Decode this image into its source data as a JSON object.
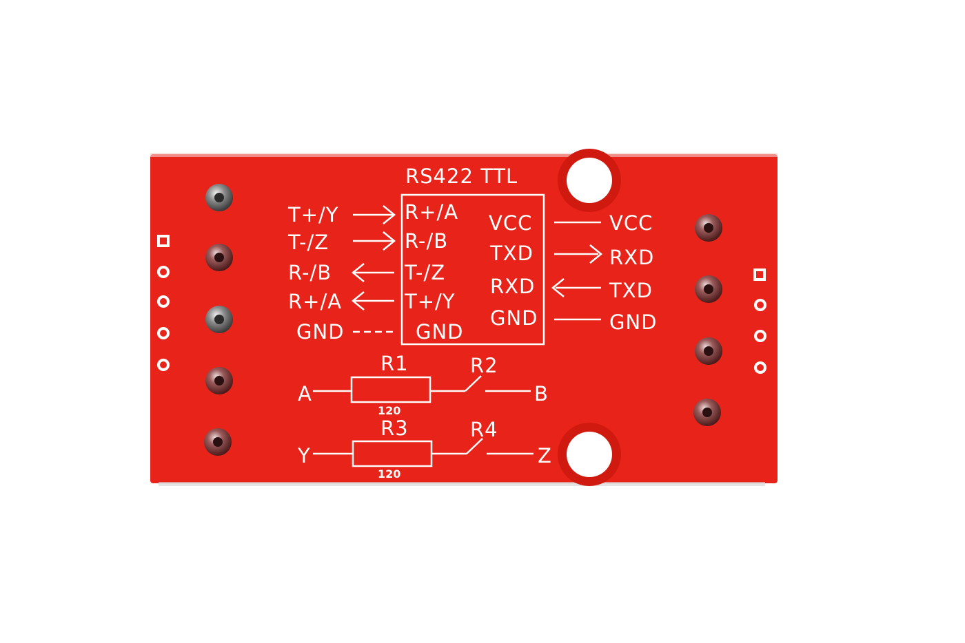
{
  "board": {
    "title": "RS422 TTL",
    "colors": {
      "pcb": "#e8231a",
      "silk": "#ffffff",
      "background": "#ffffff"
    }
  },
  "left_labels": [
    "T+/Y",
    "T-/Z",
    "R-/B",
    "R+/A",
    "GND"
  ],
  "inner_left": [
    "R+/A",
    "R-/B",
    "T-/Z",
    "T+/Y",
    "GND"
  ],
  "inner_right": [
    "VCC",
    "TXD",
    "RXD",
    "GND"
  ],
  "right_labels": [
    "VCC",
    "RXD",
    "TXD",
    "GND"
  ],
  "resistors": {
    "r1": {
      "name": "R1",
      "value": "120"
    },
    "r2": {
      "name": "R2"
    },
    "r3": {
      "name": "R3",
      "value": "120"
    },
    "r4": {
      "name": "R4"
    },
    "a": "A",
    "b": "B",
    "y": "Y",
    "z": "Z"
  }
}
